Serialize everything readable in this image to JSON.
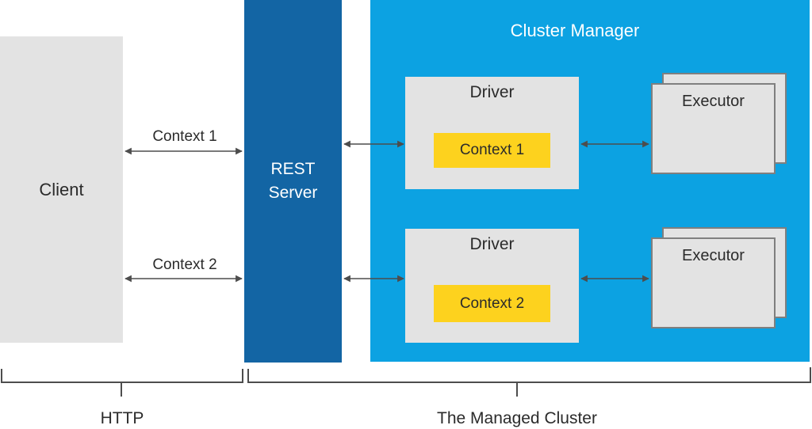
{
  "colors": {
    "dark_blue": "#1365a4",
    "light_blue": "#0ca2e2",
    "box_gray": "#e3e3e3",
    "context_yellow": "#fdd21e",
    "executor_border": "#7f7f7f",
    "arrow_gray": "#4d4d4d",
    "text_dark": "#2b2b2b",
    "text_white": "#ffffff"
  },
  "client": {
    "label": "Client"
  },
  "rest_server": {
    "line1": "REST",
    "line2": "Server"
  },
  "cluster_manager": {
    "title": "Cluster Manager"
  },
  "drivers": [
    {
      "label": "Driver",
      "context_label": "Context 1"
    },
    {
      "label": "Driver",
      "context_label": "Context 2"
    }
  ],
  "executors": [
    {
      "label": "Executor"
    },
    {
      "label": "Executor"
    }
  ],
  "connection_labels": [
    {
      "label": "Context 1"
    },
    {
      "label": "Context 2"
    }
  ],
  "brackets": [
    {
      "label": "HTTP"
    },
    {
      "label": "The Managed Cluster"
    }
  ]
}
